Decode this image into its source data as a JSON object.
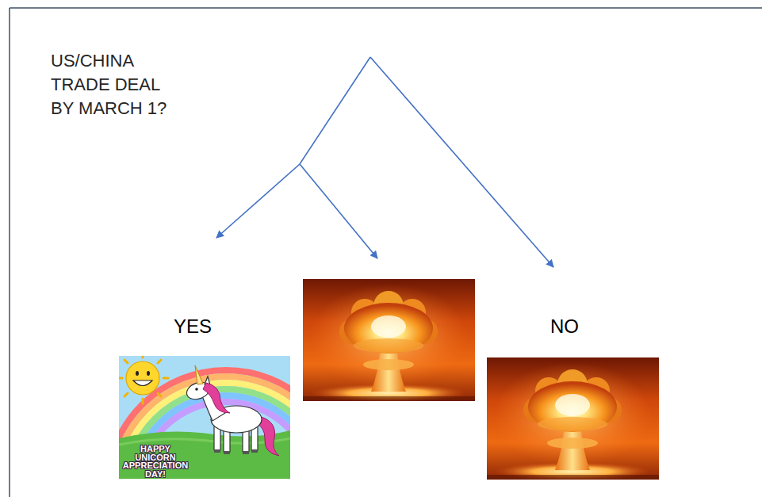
{
  "diagram": {
    "title": "US/CHINA TRADE DEAL BY MARCH 1?",
    "labels": [
      "YES",
      "NO",
      "HAPPY UNICORN APPRECIATION DAY!"
    ]
  }
}
